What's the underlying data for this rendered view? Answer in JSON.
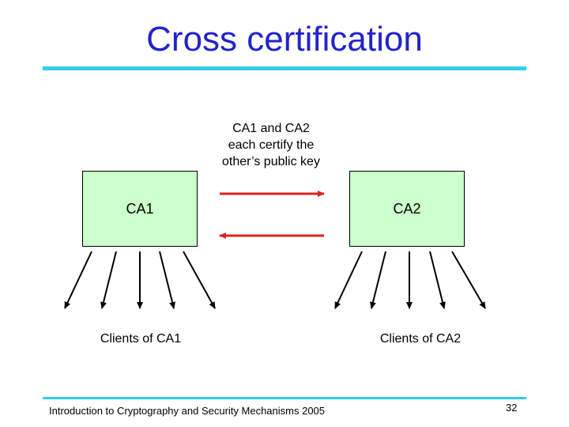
{
  "slide": {
    "title": "Cross certification",
    "description": "CA1 and CA2\neach certify the\nother’s public key",
    "footer": "Introduction to Cryptography and Security Mechanisms 2005",
    "page_number": "32"
  },
  "diagram": {
    "nodes": [
      {
        "id": "ca1",
        "label": "CA1"
      },
      {
        "id": "ca2",
        "label": "CA2"
      }
    ],
    "client_groups": [
      {
        "authority": "ca1",
        "label": "Clients of CA1",
        "client_count": 5
      },
      {
        "authority": "ca2",
        "label": "Clients of CA2",
        "client_count": 5
      }
    ],
    "edges": [
      {
        "from": "ca1",
        "to": "ca2",
        "type": "certifies"
      },
      {
        "from": "ca2",
        "to": "ca1",
        "type": "certifies"
      }
    ]
  },
  "colors": {
    "title": "#2222cc",
    "rule": "#33ccee",
    "box_fill": "#ccffcc",
    "cross_arrow": "#dd2222",
    "client_arrow": "#000000"
  }
}
